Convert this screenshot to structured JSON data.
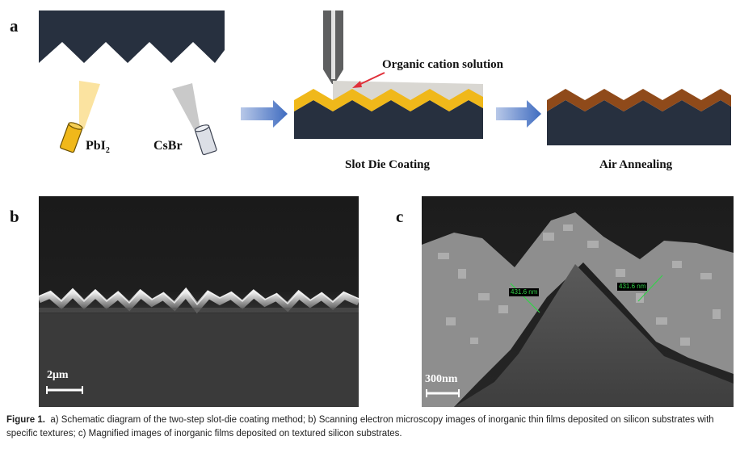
{
  "panels": {
    "a": {
      "letter": "a",
      "source_1_label": "PbI",
      "source_1_subscript": "2",
      "source_2_label": "CsBr",
      "solution_label": "Organic cation solution",
      "step_1_label": "Slot Die Coating",
      "step_2_label": "Air Annealing"
    },
    "b": {
      "letter": "b",
      "scale_bar_label": "2μm"
    },
    "c": {
      "letter": "c",
      "scale_bar_label": "300nm",
      "measurement_left": "431.6 nm",
      "measurement_right": "431.6 nm"
    }
  },
  "caption": {
    "figure_label": "Figure 1.",
    "text": "a) Schematic diagram of the two-step slot-die coating method; b) Scanning electron microscopy images of inorganic thin films deposited on silicon substrates with specific textures; c) Magnified images of inorganic films deposited on textured silicon substrates."
  },
  "colors": {
    "substrate_navy": "#27303f",
    "pbi2_yellow": "#f0b81a",
    "perovskite_brown": "#8f4a1a",
    "solution_gray": "#d9d7d2",
    "arrow_blue": "#3f6cc0",
    "pointer_red": "#e0303a",
    "measure_green": "#34d24a"
  }
}
